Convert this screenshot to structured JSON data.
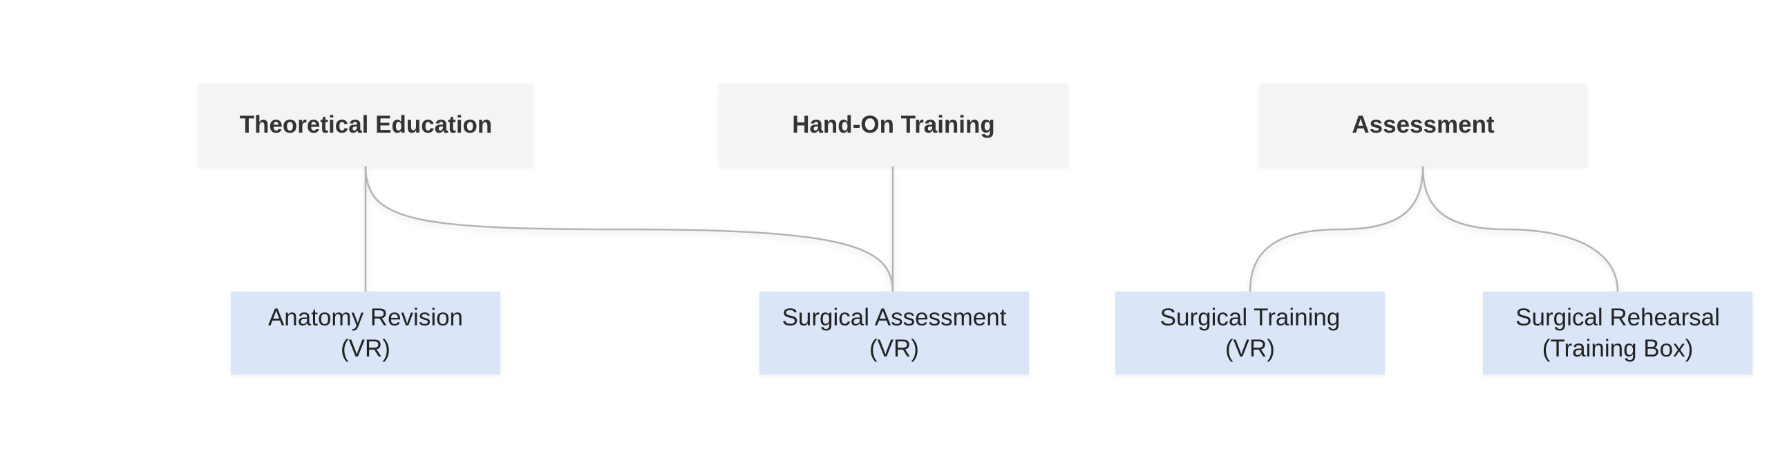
{
  "diagram": {
    "top_nodes": [
      {
        "id": "theoretical",
        "label": "Theoretical Education"
      },
      {
        "id": "handson",
        "label": "Hand-On Training"
      },
      {
        "id": "assessment",
        "label": "Assessment"
      }
    ],
    "bottom_nodes": [
      {
        "id": "anatomy",
        "line1": "Anatomy Revision",
        "line2": "(VR)"
      },
      {
        "id": "surg_assess",
        "line1": "Surgical Assessment",
        "line2": "(VR)"
      },
      {
        "id": "surg_train",
        "line1": "Surgical Training",
        "line2": "(VR)"
      },
      {
        "id": "surg_rehearsal",
        "line1": "Surgical Rehearsal",
        "line2": "(Training Box)"
      }
    ],
    "edges": [
      {
        "from": "theoretical",
        "to": "anatomy"
      },
      {
        "from": "theoretical",
        "to": "surg_assess"
      },
      {
        "from": "handson",
        "to": "surg_assess"
      },
      {
        "from": "assessment",
        "to": "surg_train"
      },
      {
        "from": "assessment",
        "to": "surg_rehearsal"
      }
    ],
    "colors": {
      "top_fill": "#f4f4f4",
      "bottom_fill": "#dae6f8",
      "edge": "#b3b3b3"
    }
  }
}
